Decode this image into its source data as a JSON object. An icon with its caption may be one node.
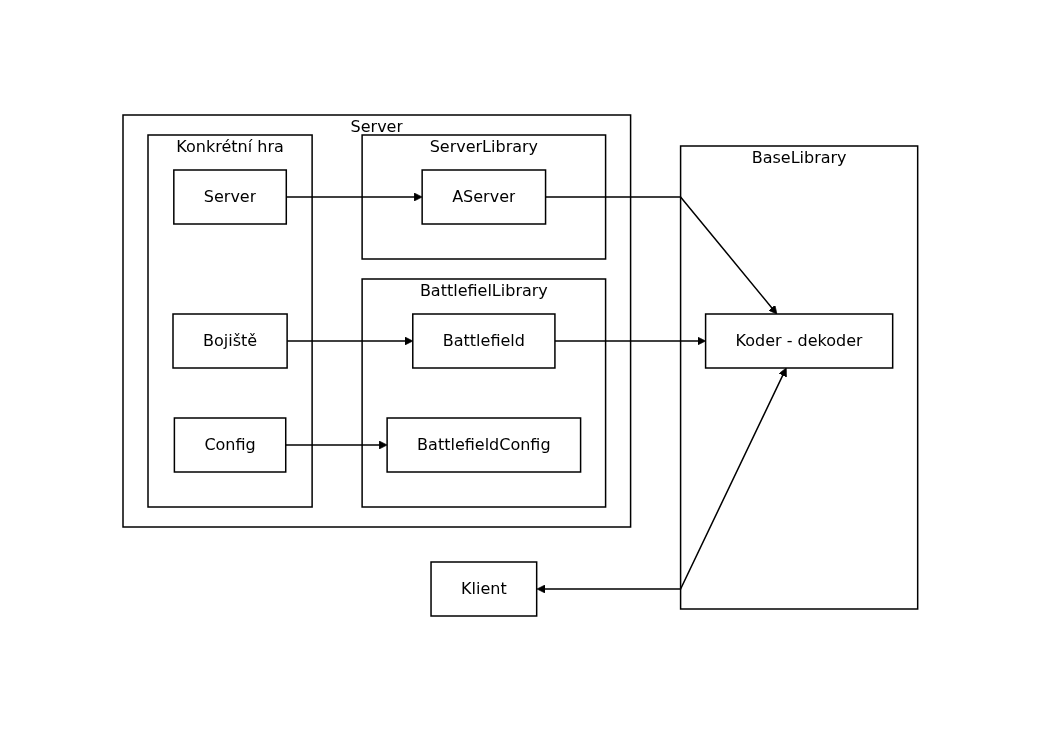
{
  "diagram": {
    "nodes": [
      {
        "text": [
          "Server"
        ]
      },
      {
        "text": [
          "Konkrétní hra"
        ],
        "in": 0
      },
      {
        "text": [
          "Server"
        ],
        "in": 1
      },
      {
        "text": [
          "Bojiště"
        ],
        "in": 1
      },
      {
        "text": [
          "Config"
        ],
        "in": 1
      },
      {
        "text": [
          "ServerLibrary"
        ],
        "in": 0
      },
      {
        "text": [
          "AServer"
        ],
        "in": 5
      },
      {
        "text": [
          "BattlefielLibrary"
        ],
        "in": 0
      },
      {
        "text": [
          "Battlefield"
        ],
        "in": 7
      },
      {
        "text": [
          "BattlefieldConfig"
        ],
        "in": 7
      },
      {
        "text": [
          "BaseLibrary"
        ]
      },
      {
        "text": [
          "Koder - dekoder"
        ],
        "in": 10
      },
      {
        "text": [
          "Klient"
        ]
      }
    ],
    "edges": [
      {
        "from": 2,
        "to": 6,
        "arrow": "to"
      },
      {
        "from": 3,
        "to": 8,
        "arrow": "to"
      },
      {
        "from": 4,
        "to": 9,
        "arrow": "to"
      },
      {
        "from": 6,
        "to": 11,
        "arrow": "to"
      },
      {
        "from": 8,
        "to": 11,
        "arrow": "to"
      },
      {
        "from": 12,
        "to": 11,
        "arrow": "both"
      }
    ]
  }
}
